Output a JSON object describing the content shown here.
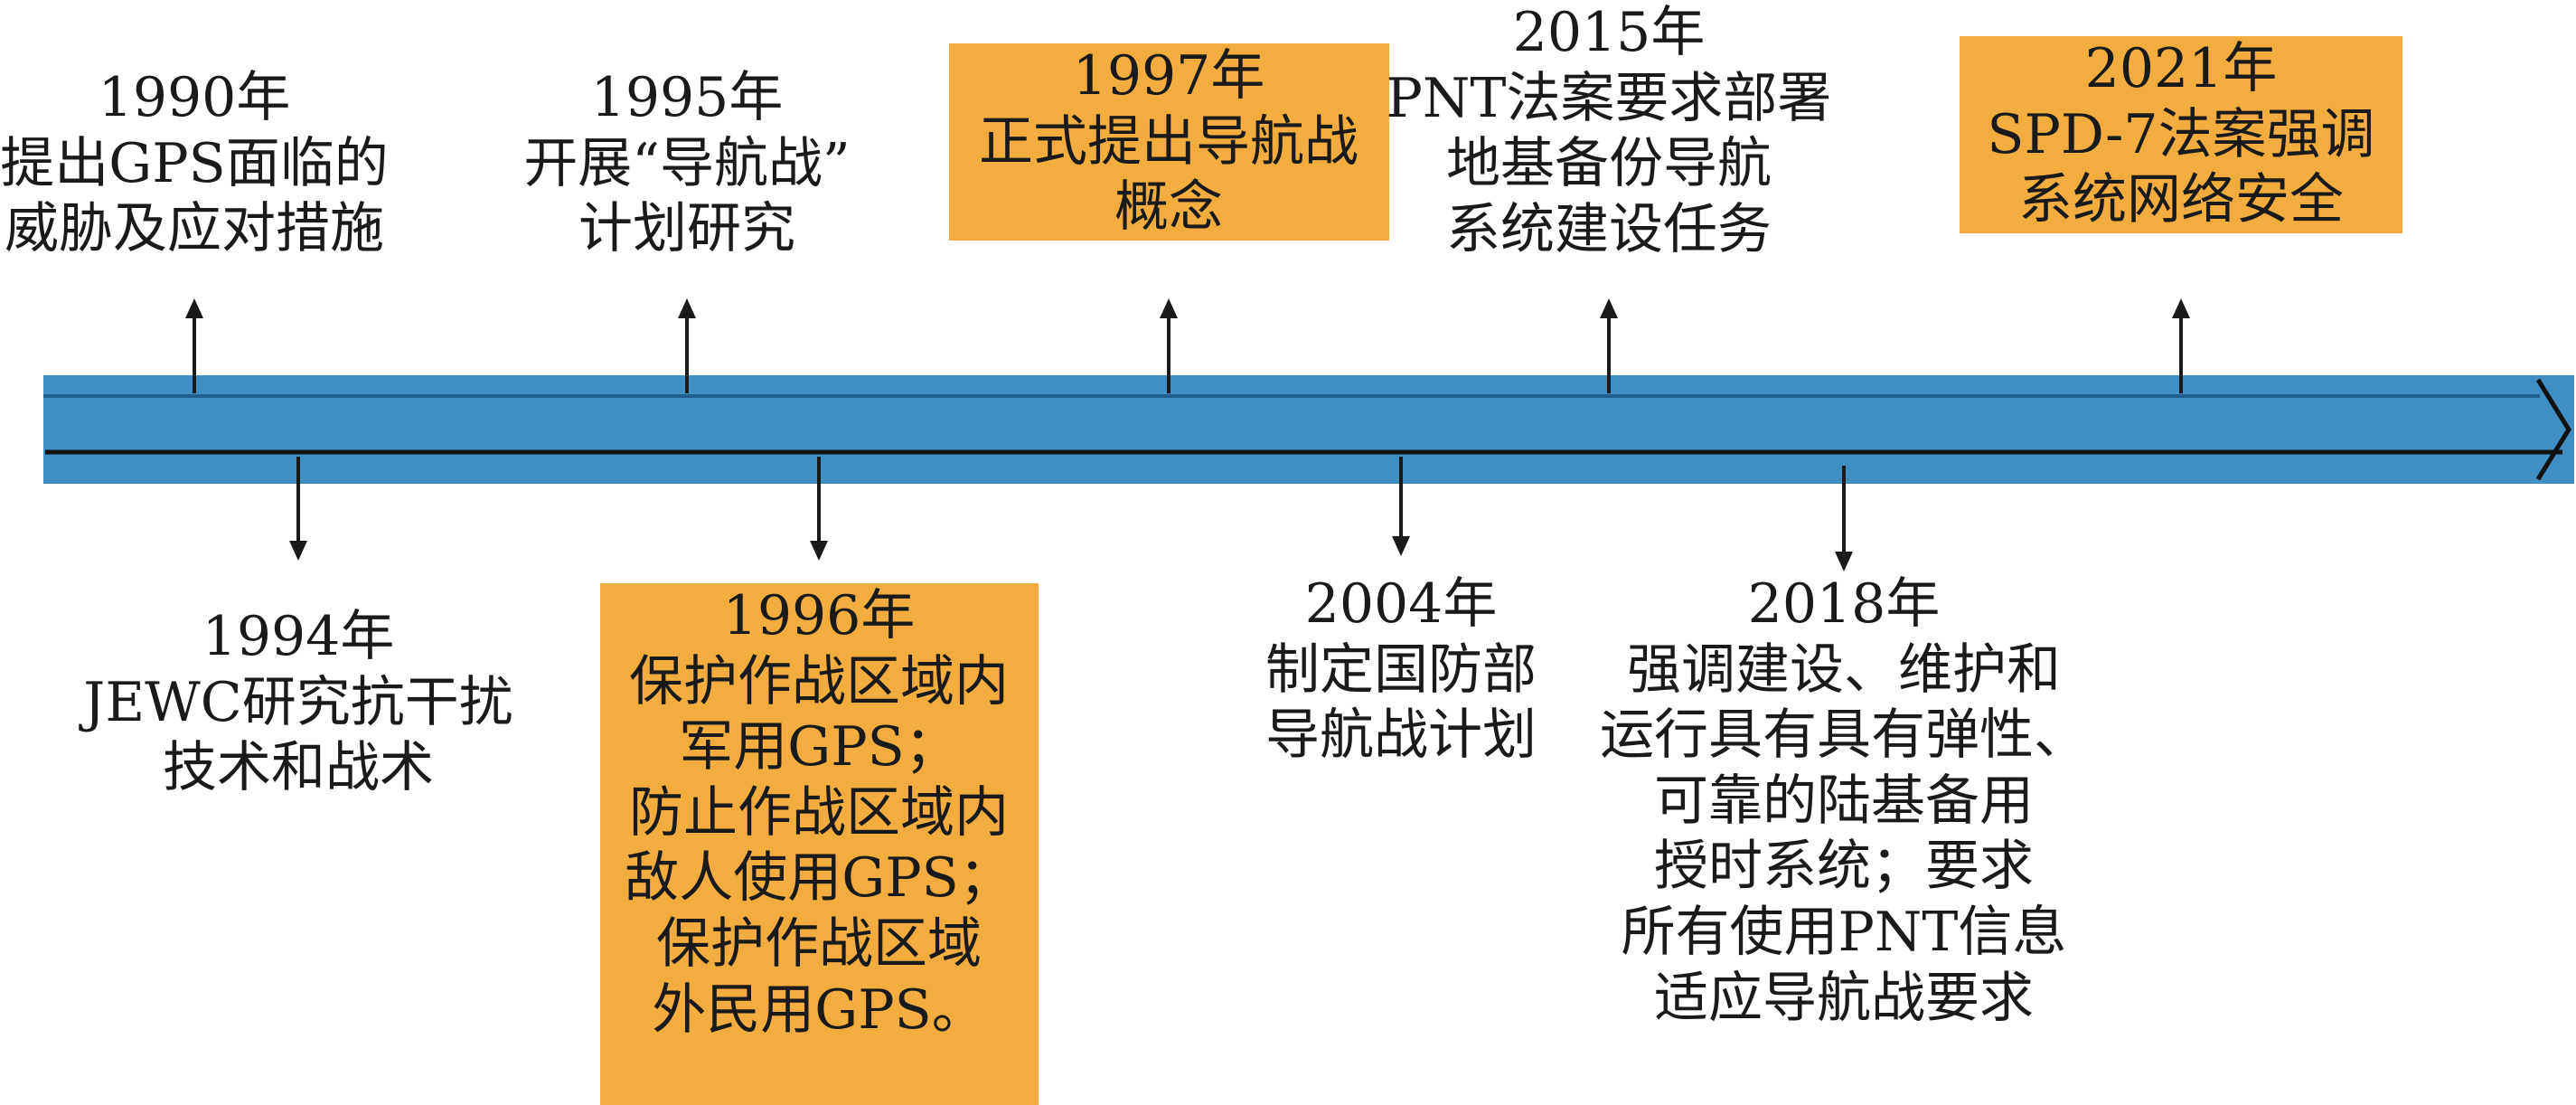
{
  "events": [
    {
      "id": "1990",
      "year": "1990年",
      "lines": [
        "提出GPS面临的",
        "威胁及应对措施"
      ],
      "highlighted": false
    },
    {
      "id": "1994",
      "year": "1994年",
      "lines": [
        "JEWC研究抗干扰",
        "技术和战术"
      ],
      "highlighted": false
    },
    {
      "id": "1995",
      "year": "1995年",
      "lines": [
        "开展“导航战”",
        "计划研究"
      ],
      "highlighted": false
    },
    {
      "id": "1996",
      "year": "1996年",
      "lines": [
        "保护作战区域内",
        "军用GPS；",
        "防止作战区域内",
        "敌人使用GPS；",
        "保护作战区域",
        "外民用GPS。"
      ],
      "highlighted": true
    },
    {
      "id": "1997",
      "year": "1997年",
      "lines": [
        "正式提出导航战",
        "概念"
      ],
      "highlighted": true
    },
    {
      "id": "2004",
      "year": "2004年",
      "lines": [
        "制定国防部",
        "导航战计划"
      ],
      "highlighted": false
    },
    {
      "id": "2015",
      "year": "2015年",
      "lines": [
        "PNT法案要求部署",
        "地基备份导航",
        "系统建设任务"
      ],
      "highlighted": false
    },
    {
      "id": "2018",
      "year": "2018年",
      "lines": [
        "强调建设、维护和",
        "运行具有具有弹性、",
        "可靠的陆基备用",
        "授时系统；要求",
        "所有使用PNT信息",
        "适应导航战要求"
      ],
      "highlighted": false
    },
    {
      "id": "2021",
      "year": "2021年",
      "lines": [
        "SPD-7法案强调",
        "系统网络安全"
      ],
      "highlighted": true
    }
  ],
  "colors": {
    "timeline_fill": "#3f8ec4",
    "timeline_outline": "#1f5f8f",
    "highlight_box": "#f2ac3f",
    "ink": "#1a1a1a"
  }
}
